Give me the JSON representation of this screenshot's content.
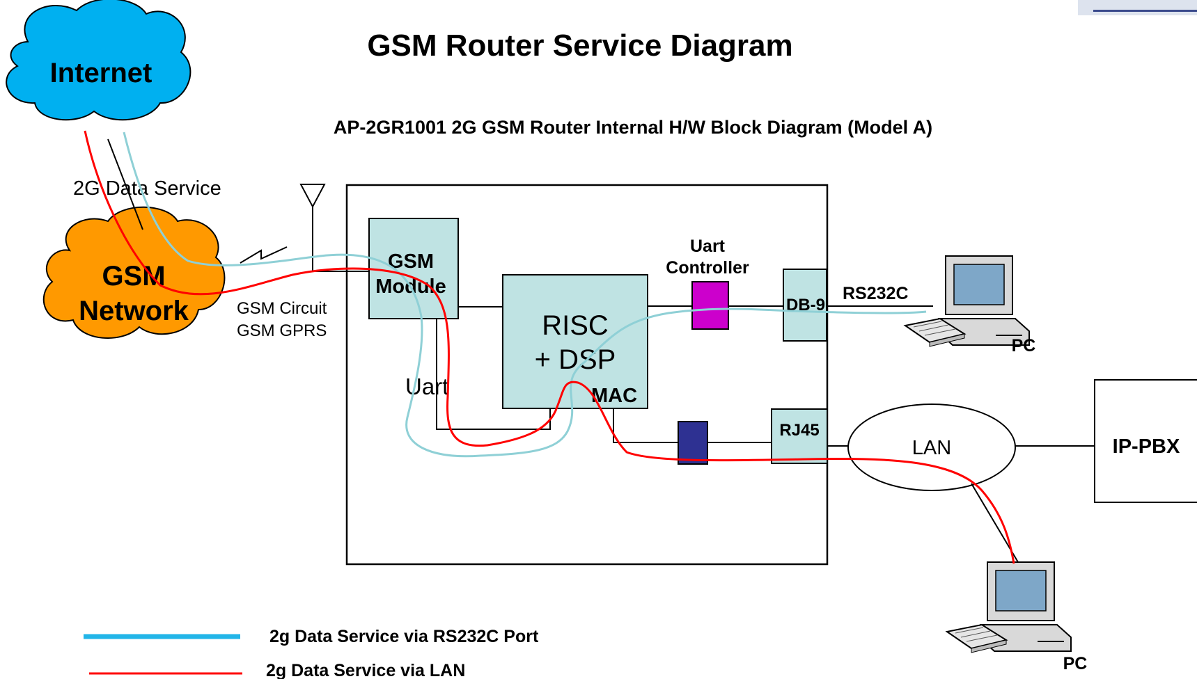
{
  "title": "GSM Router Service Diagram",
  "subtitle": "AP-2GR1001 2G GSM Router Internal H/W Block Diagram (Model A)",
  "clouds": {
    "internet": "Internet",
    "gsm_line1": "GSM",
    "gsm_line2": "Network"
  },
  "labels": {
    "data_service": "2G Data Service",
    "gsm_circuit": "GSM Circuit",
    "gsm_gprs": "GSM GPRS",
    "uart": "Uart",
    "uart_controller_line1": "Uart",
    "uart_controller_line2": "Controller",
    "rs232c": "RS232C",
    "lan": "LAN"
  },
  "blocks": {
    "gsm_module_line1": "GSM",
    "gsm_module_line2": "Module",
    "risc_line1": "RISC",
    "risc_line2": "+ DSP",
    "mac": "MAC",
    "db9": "DB-9",
    "rj45": "RJ45",
    "ip_pbx": "IP-PBX"
  },
  "devices": {
    "pc_top": "PC",
    "pc_bottom": "PC"
  },
  "legend": {
    "rs232_label": "2g Data Service via RS232C Port",
    "lan_label": "2g Data Service via LAN"
  },
  "colors": {
    "internet_cloud": "#00b0f0",
    "gsm_cloud": "#ff9900",
    "block_fill": "#bfe3e3",
    "uart_ctrl_fill": "#cc00cc",
    "lan_ctrl_fill": "#2e3192",
    "rs232_path": "#8fd0d6",
    "lan_path": "#ff0000",
    "legend_blue": "#22b5e8"
  }
}
